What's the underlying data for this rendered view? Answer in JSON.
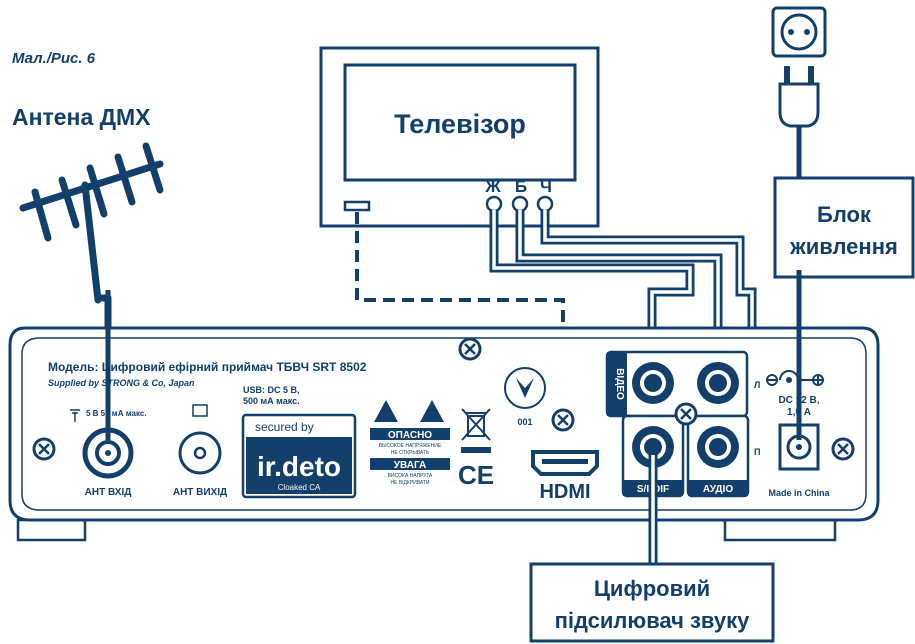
{
  "figure_label": "Мал./Рис. 6",
  "antenna": {
    "title": "Антена ДМХ"
  },
  "tv": {
    "title": "Телевізор",
    "ports": [
      "Ж",
      "Б",
      "Ч"
    ]
  },
  "power_block": {
    "line1": "Блок",
    "line2": "живлення"
  },
  "amplifier": {
    "line1": "Цифровий",
    "line2": "підсилювач звуку"
  },
  "receiver": {
    "model_line": "Модель: Цифровий ефірний приймач ТБВЧ SRT 8502",
    "supplied_line": "Supplied by STRONG & Co, Japan",
    "usb_line1": "USB: DC 5 В,",
    "usb_line2": "500 мА макс.",
    "ant_power": "5 В 50 мА макс.",
    "ant_in": "АНТ ВХІД",
    "ant_out": "АНТ ВИХІД",
    "secured_by": "secured by",
    "irdeto": "ir.deto",
    "cloaked": "Cloaked CA",
    "danger_ru": "ОПАСНО",
    "danger_ru_sub1": "ВЫСОКОЕ НАПРЯЖЕНИЕ",
    "danger_ru_sub2": "НЕ ОТКРЫВАТЬ",
    "danger_ua": "УВАГА",
    "danger_ua_sub1": "ВИСОКА НАПРУГА",
    "danger_ua_sub2": "НЕ ВІДКРИВАТИ",
    "ce_mark": "CE",
    "cert_code": "001",
    "hdmi": "HDMI",
    "video": "ВІДЕО",
    "audio": "АУДІО",
    "spdif": "S/PDIF",
    "audio_left": "Л",
    "audio_right": "П",
    "dc_line1": "DC 12 В,",
    "dc_line2": "1,0 А",
    "made_in": "Made in China"
  },
  "colors": {
    "ink": "#133f6b",
    "white": "#ffffff"
  }
}
